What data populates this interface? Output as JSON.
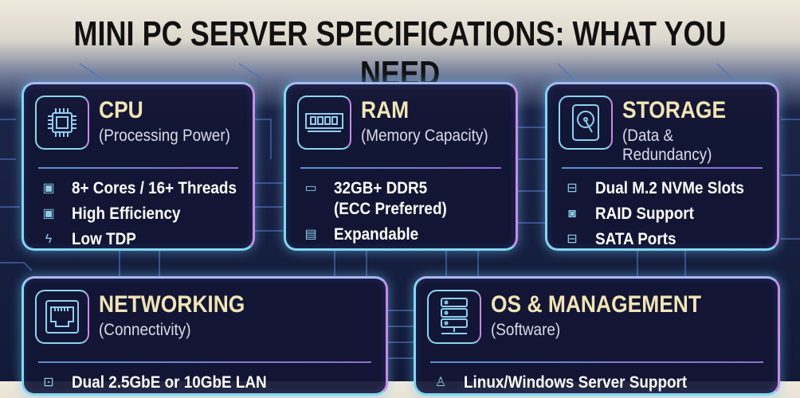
{
  "title": "MINI PC SERVER SPECIFICATIONS: WHAT YOU NEED",
  "cards": [
    {
      "title": "CPU",
      "subtitle": "(Processing Power)",
      "icon": "cpu-chip-icon",
      "items": [
        {
          "icon": "chip-icon",
          "text": "8+ Cores / 16+ Threads"
        },
        {
          "icon": "chip-icon",
          "text": "High Efficiency"
        },
        {
          "icon": "lightning-icon",
          "text": "Low TDP"
        }
      ]
    },
    {
      "title": "RAM",
      "subtitle": "(Memory Capacity)",
      "icon": "ram-module-icon",
      "items": [
        {
          "icon": "ram-icon",
          "text": "32GB+ DDR5"
        },
        {
          "icon": "",
          "text": "(ECC Preferred)"
        },
        {
          "icon": "motherboard-icon",
          "text": "Expandable"
        }
      ]
    },
    {
      "title": "STORAGE",
      "subtitle": "(Data & Redundancy)",
      "icon": "hard-drive-icon",
      "items": [
        {
          "icon": "drive-icon",
          "text": "Dual M.2 NVMe Slots"
        },
        {
          "icon": "hard-drive-icon",
          "text": "RAID Support"
        },
        {
          "icon": "drive-icon",
          "text": "SATA Ports"
        }
      ]
    },
    {
      "title": "NETWORKING",
      "subtitle": "(Connectivity)",
      "icon": "ethernet-port-icon",
      "items": [
        {
          "icon": "ethernet-icon",
          "text": "Dual 2.5GbE or 10GbE LAN"
        }
      ]
    },
    {
      "title": "OS & MANAGEMENT",
      "subtitle": "(Software)",
      "icon": "server-rack-icon",
      "items": [
        {
          "icon": "linux-penguin-icon",
          "text": "Linux/Windows Server Support"
        }
      ]
    }
  ]
}
